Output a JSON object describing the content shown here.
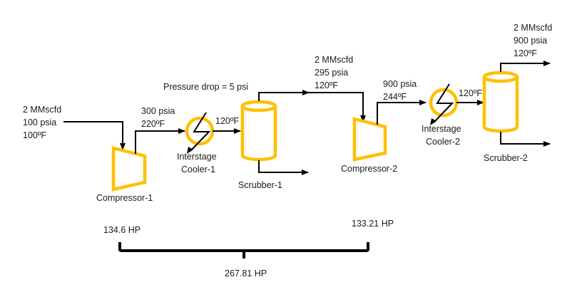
{
  "diagram": {
    "colors": {
      "equipment": "#FFC000",
      "stream": "#000000",
      "text": "#1a1a1a"
    },
    "feed": {
      "lines": [
        "2 MMscfd",
        "100 psia",
        "100ºF"
      ]
    },
    "compressor1": {
      "label": "Compressor-1",
      "outlet": [
        "300 psia",
        "220ºF"
      ],
      "power": "134.6 HP"
    },
    "cooler1": {
      "label": [
        "Interstage",
        "Cooler-1"
      ],
      "outlet_temp": "120ºF"
    },
    "scrubber1": {
      "label": "Scrubber-1",
      "note": "Pressure drop = 5 psi",
      "gas_out": [
        "2 MMscfd",
        "295 psia",
        "120ºF"
      ]
    },
    "compressor2": {
      "label": "Compressor-2",
      "outlet": [
        "900 psia",
        "244ºF"
      ],
      "power": "133.21 HP"
    },
    "cooler2": {
      "label": [
        "Interstage",
        "Cooler-2"
      ],
      "outlet_temp": "120ºF"
    },
    "scrubber2": {
      "label": "Scrubber-2",
      "gas_out": [
        "2 MMscfd",
        "900 psia",
        "120ºF"
      ]
    },
    "total_power": "267.81 HP"
  }
}
